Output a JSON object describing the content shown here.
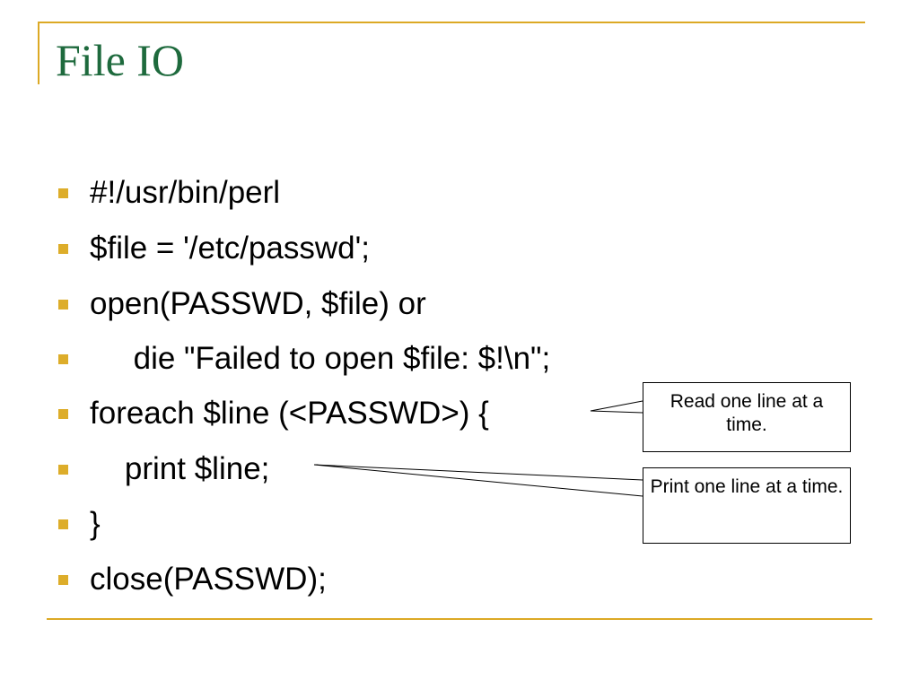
{
  "slide": {
    "title": "File IO",
    "bullets": [
      {
        "text": "#!/usr/bin/perl"
      },
      {
        "text": "$file = '/etc/passwd';"
      },
      {
        "text": "open(PASSWD, $file) or"
      },
      {
        "text": "     die \"Failed to open $file: $!\\n\";"
      },
      {
        "text": "foreach $line (<PASSWD>) {"
      },
      {
        "text": "    print $line;"
      },
      {
        "text": "}"
      },
      {
        "text": "close(PASSWD);"
      }
    ],
    "callouts": [
      {
        "text": "Read one line at a time."
      },
      {
        "text": "Print one line at a time."
      }
    ],
    "colors": {
      "title": "#1e6a3d",
      "accent": "#dca925",
      "bullet": "#ddad2a",
      "text": "#000000"
    }
  }
}
